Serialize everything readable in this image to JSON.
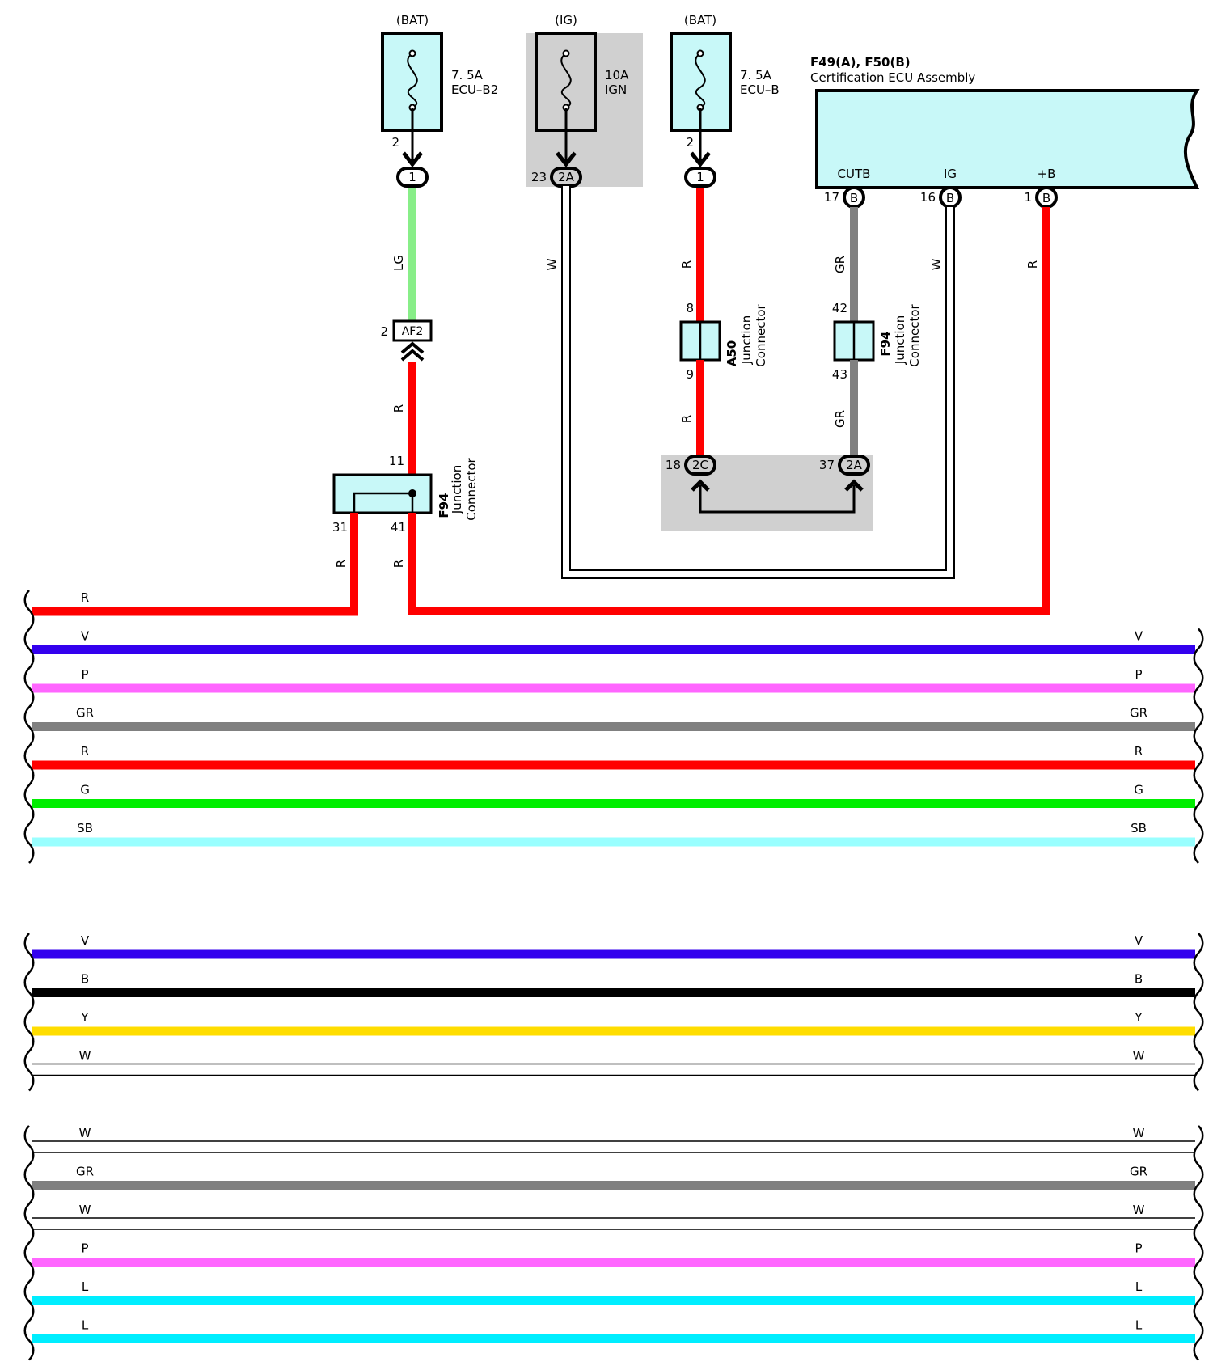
{
  "fuses": [
    {
      "source": "(BAT)",
      "rating": "7. 5A",
      "name": "ECU–B2",
      "pin": "2",
      "connector": "1"
    },
    {
      "source": "(IG)",
      "rating": "10A",
      "name": "IGN",
      "pin": "23",
      "connector": "2A"
    },
    {
      "source": "(BAT)",
      "rating": "7. 5A",
      "name": "ECU–B",
      "pin": "2",
      "connector": "1"
    }
  ],
  "ecu": {
    "title": "F49(A), F50(B)",
    "name": "Certification ECU Assembly",
    "terminals": [
      {
        "label": "CUTB",
        "pin": "17",
        "connector": "B"
      },
      {
        "label": "IG",
        "pin": "16",
        "connector": "B"
      },
      {
        "label": "+B",
        "pin": "1",
        "connector": "B"
      }
    ]
  },
  "af2": {
    "label": "AF2",
    "pin": "2"
  },
  "junctions": {
    "f94_left": {
      "id": "F94",
      "line1": "Junction",
      "line2": "Connector",
      "pin_top": "11",
      "pin_left": "31",
      "pin_right": "41"
    },
    "a50": {
      "id": "A50",
      "line1": "Junction",
      "line2": "Connector",
      "pin_top": "8",
      "pin_bottom": "9"
    },
    "f94_right": {
      "id": "F94",
      "line1": "Junction",
      "line2": "Connector",
      "pin_top": "42",
      "pin_bottom": "43"
    }
  },
  "bottom_connectors": [
    {
      "pin": "18",
      "connector": "2C"
    },
    {
      "pin": "37",
      "connector": "2A"
    }
  ],
  "wire_labels": {
    "lg": "LG",
    "r": "R",
    "w": "W",
    "gr": "GR"
  },
  "harness_groups": [
    [
      {
        "label": "R",
        "color": "#ff0000",
        "right_label": ""
      },
      {
        "label": "V",
        "color": "#3300ee",
        "right_label": "V"
      },
      {
        "label": "P",
        "color": "#ff66ff",
        "right_label": "P"
      },
      {
        "label": "GR",
        "color": "#808080",
        "right_label": "GR"
      },
      {
        "label": "R",
        "color": "#ff0000",
        "right_label": "R"
      },
      {
        "label": "G",
        "color": "#00ee00",
        "right_label": "G"
      },
      {
        "label": "SB",
        "color": "#99ffff",
        "right_label": "SB"
      }
    ],
    [
      {
        "label": "V",
        "color": "#3300ee",
        "right_label": "V"
      },
      {
        "label": "B",
        "color": "#000000",
        "right_label": "B"
      },
      {
        "label": "Y",
        "color": "#ffdd00",
        "right_label": "Y"
      },
      {
        "label": "W",
        "color": "#ffffff",
        "right_label": "W"
      }
    ],
    [
      {
        "label": "W",
        "color": "#ffffff",
        "right_label": "W"
      },
      {
        "label": "GR",
        "color": "#808080",
        "right_label": "GR"
      },
      {
        "label": "W",
        "color": "#ffffff",
        "right_label": "W"
      },
      {
        "label": "P",
        "color": "#ff66ff",
        "right_label": "P"
      },
      {
        "label": "L",
        "color": "#00eeff",
        "right_label": "L"
      },
      {
        "label": "L",
        "color": "#00eeff",
        "right_label": "L"
      }
    ]
  ],
  "colors": {
    "red": "#ff0000",
    "light_green": "#88ee88",
    "gray_wire": "#808080",
    "panel_gray": "#d0d0d0",
    "box_fill": "#c8f8f8"
  }
}
